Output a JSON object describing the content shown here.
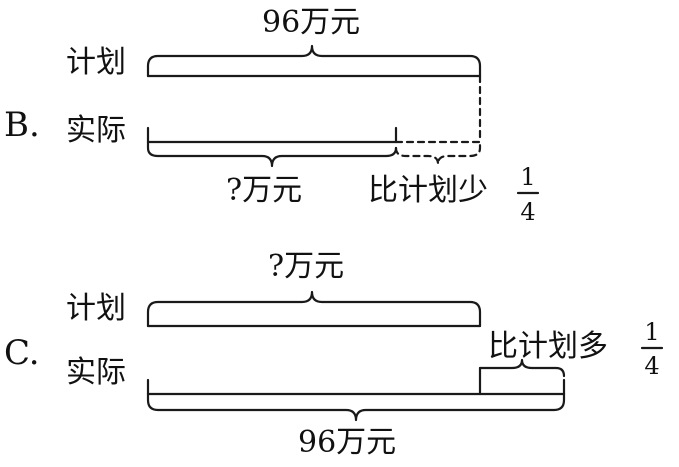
{
  "options": [
    {
      "letter": "B.",
      "plan_label": "计划",
      "actual_label": "实际",
      "plan_amount": "96万元",
      "actual_amount": "?万元",
      "relation_text": "比计划少",
      "fraction": {
        "numerator": "1",
        "denominator": "4"
      }
    },
    {
      "letter": "C.",
      "plan_label": "计划",
      "actual_label": "实际",
      "plan_amount": "?万元",
      "actual_amount": "96万元",
      "relation_text": "比计划多",
      "fraction": {
        "numerator": "1",
        "denominator": "4"
      }
    }
  ],
  "colors": {
    "ink": "#1a1a1a",
    "background": "#ffffff"
  }
}
